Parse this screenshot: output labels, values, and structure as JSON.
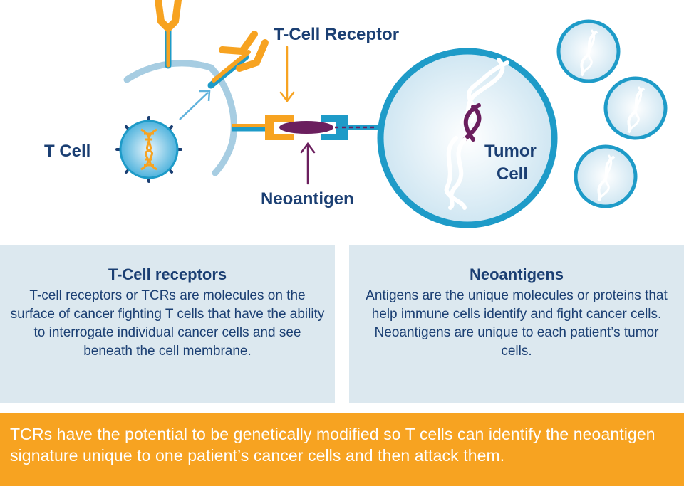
{
  "diagram": {
    "labels": {
      "t_cell": "T Cell",
      "t_cell_receptor": "T-Cell Receptor",
      "neoantigen": "Neoantigen",
      "tumor_cell_line1": "Tumor",
      "tumor_cell_line2": "Cell"
    },
    "colors": {
      "navy": "#1b3f73",
      "cell_blue": "#1e9bc8",
      "light_blue": "#cfe6f2",
      "orange": "#f7a321",
      "purple": "#6b1f5e"
    }
  },
  "boxes": {
    "tcell_receptors": {
      "title": "T-Cell receptors",
      "body": "T-cell receptors or TCRs are molecules on the surface of cancer fighting T cells that have the ability to interrogate individual cancer cells and see beneath the cell membrane."
    },
    "neoantigens": {
      "title": "Neoantigens",
      "body": "Antigens are the unique molecules or proteins that help immune cells identify and fight cancer cells. Neoantigens are unique to each patient’s tumor cells."
    }
  },
  "banner": {
    "text": "TCRs have the potential to be genetically modified so T cells can identify the neoantigen signature unique to one patient’s cancer cells and then attack them."
  }
}
